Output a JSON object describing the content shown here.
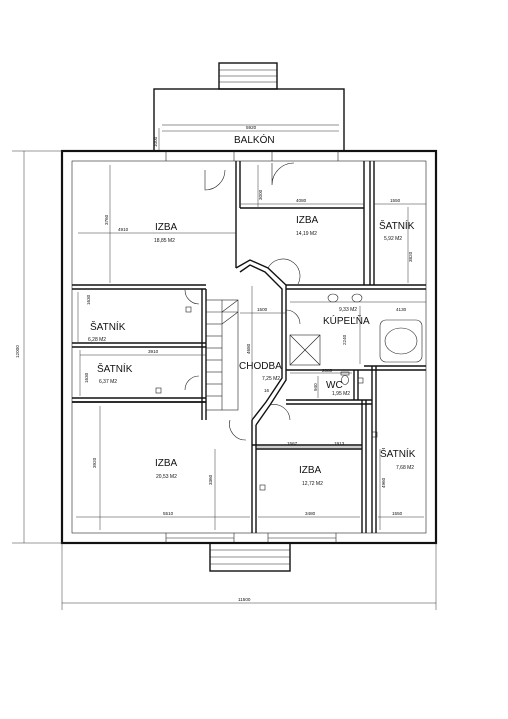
{
  "rooms": {
    "balkon": {
      "name": "BALKÓN"
    },
    "izba_nw": {
      "name": "IZBA",
      "area": "18,85 M2"
    },
    "izba_ne": {
      "name": "IZBA",
      "area": "14,19 M2"
    },
    "satnik_ne": {
      "name": "ŠATNÍK",
      "area": "5,92 M2"
    },
    "satnik_w1": {
      "name": "ŠATNÍK",
      "area": "6,28 M2"
    },
    "satnik_w2": {
      "name": "ŠATNÍK",
      "area": "6,37 M2"
    },
    "kupelna": {
      "name": "KÚPEĽŇA",
      "area": "9,33 M2"
    },
    "chodba": {
      "name": "CHODBA",
      "area": "7,25 M2"
    },
    "wc": {
      "name": "WC",
      "area": "1,95 M2"
    },
    "izba_sw": {
      "name": "IZBA",
      "area": "20,53 M2"
    },
    "izba_se": {
      "name": "IZBA",
      "area": "12,72 M2"
    },
    "satnik_se": {
      "name": "ŠATNÍK",
      "area": "7,68 M2"
    }
  },
  "dimensions": {
    "balcony_width": "5920",
    "balcony_depth": "1000",
    "total_height": "12000",
    "total_width": "11500",
    "d_4910": "4910",
    "d_3760": "3760",
    "d_3000": "3000",
    "d_4080": "4080",
    "d_1550_top": "1550",
    "d_3820": "3820",
    "d_1630_a": "1630",
    "d_1500": "1500",
    "d_4130": "4130",
    "d_2240": "2240",
    "d_3910": "3910",
    "d_1630_b": "1630",
    "d_4680": "4680",
    "d_2080": "2080",
    "d_940": "940",
    "d_16": "16",
    "d_1567": "1567",
    "d_1913": "1913",
    "d_3920": "3920",
    "d_3360": "3360",
    "d_4960": "4960",
    "d_5510": "5510",
    "d_3480": "3480",
    "d_1550_bot": "1550"
  }
}
